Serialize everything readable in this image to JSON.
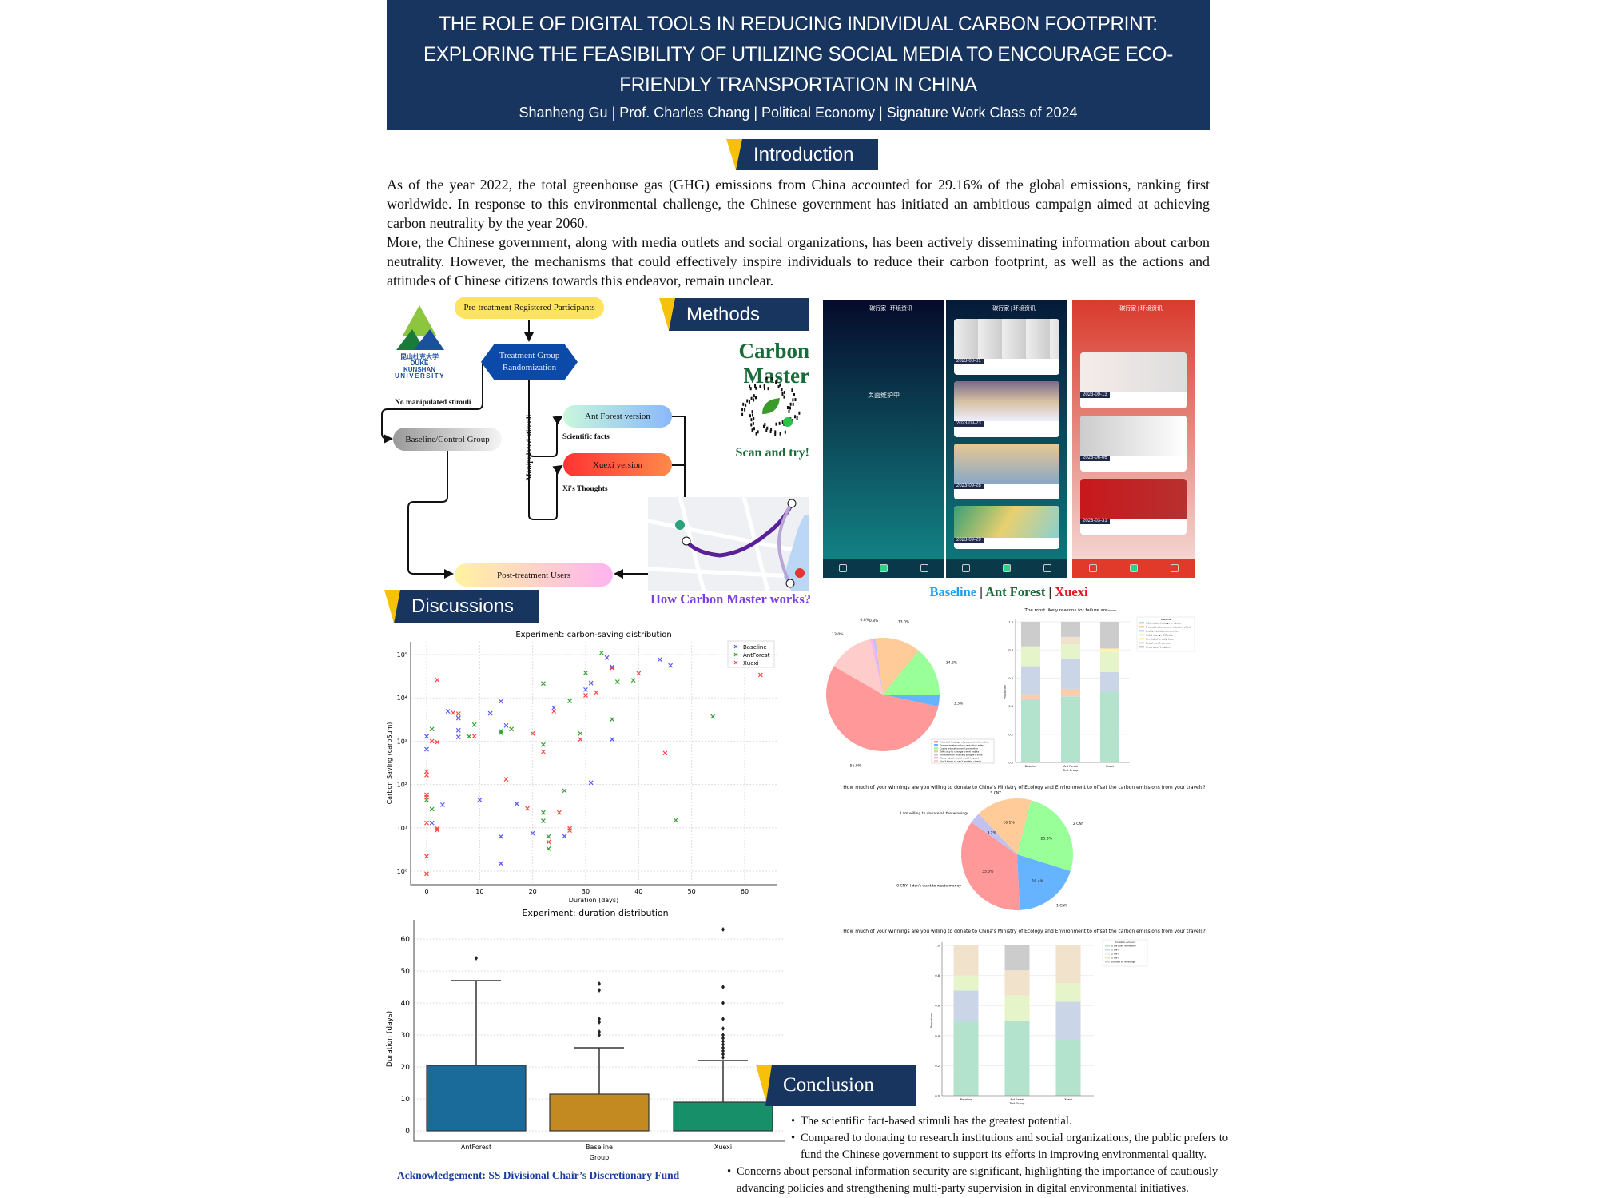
{
  "header": {
    "title": "THE ROLE OF DIGITAL TOOLS IN REDUCING INDIVIDUAL CARBON FOOTPRINT: EXPLORING THE FEASIBILITY OF UTILIZING SOCIAL MEDIA TO ENCOURAGE ECO-FRIENDLY TRANSPORTATION IN CHINA",
    "subtitle": "Shanheng Gu | Prof. Charles Chang | Political Economy | Signature Work Class of 2024"
  },
  "sections": {
    "introduction": "Introduction",
    "methods": "Methods",
    "discussions": "Discussions",
    "conclusion": "Conclusion"
  },
  "introduction": {
    "p1": "As of the year 2022, the total greenhouse gas (GHG) emissions from China accounted for 29.16% of the global emissions, ranking first worldwide. In response to this environmental challenge, the Chinese government has initiated an ambitious campaign aimed at achieving carbon neutrality by the year 2060.",
    "p2": "More, the Chinese government, along with media outlets and social organizations, has been actively disseminating information about carbon neutrality. However, the mechanisms that could effectively inspire individuals to reduce their carbon footprint, as well as the actions and attitudes of Chinese citizens towards this endeavor, remain unclear."
  },
  "logo": {
    "cn": "昆山杜克大学",
    "en1": "DUKE KUNSHAN",
    "en2": "UNIVERSITY"
  },
  "flow": {
    "pre": "Pre-treatment Registered Participants",
    "rand1": "Treatment Group",
    "rand2": "Randomization",
    "no_stim": "No manipulated stimuli",
    "baseline": "Baseline/Control Group",
    "manip": "Manipulated stimuli",
    "ant": "Ant Forest version",
    "sci": "Scientific facts",
    "xuexi": "Xuexi version",
    "xi": "Xi's Thoughts",
    "post": "Post-treatment Users"
  },
  "methods": {
    "app": "Carbon Master",
    "scan": "Scan and try!",
    "how": "How Carbon Master works?"
  },
  "phones": {
    "header": "碳行家 | 环境资讯",
    "maintenance": "页面维护中",
    "ant_dates": [
      "2023-08-01",
      "2023-09-23",
      "2023-09-28",
      "2023-09-29"
    ],
    "xuexi_dates": [
      "2023-09-13",
      "2023-06-06",
      "2023-03-31"
    ],
    "caption_baseline": "Baseline",
    "caption_sep": " | ",
    "caption_ant": "Ant Forest",
    "caption_xuexi": "Xuexi"
  },
  "colors": {
    "navy": "#17355f",
    "yellow": "#f7c10a",
    "green": "#1a6b3a",
    "purple": "#7b3fe4",
    "baseline": "#1ea0f0",
    "ant": "#1a6b3a",
    "xuexi": "#e8151b"
  },
  "acknowledgement": "Acknowledgement: SS Divisional Chair’s Discretionary Fund",
  "conclusion": [
    "The scientific fact-based stimuli has the greatest potential.",
    "Compared to donating to research institutions and social organizations, the public prefers to fund the Chinese government to support its efforts in improving environmental quality.",
    "Concerns about personal information security are significant, highlighting the importance of cautiously advancing policies and strengthening multi-party supervision in digital environmental initiatives."
  ],
  "chart_data": [
    {
      "type": "scatter",
      "title": "Experiment: carbon-saving distribution",
      "xlabel": "Duration (days)",
      "ylabel": "Carbon Saving (carbSum)",
      "yscale": "log",
      "xlim": [
        -3,
        66
      ],
      "ylim": [
        0.5,
        200000
      ],
      "xticks": [
        0,
        10,
        20,
        30,
        40,
        50,
        60
      ],
      "yticks": [
        {
          "v": 1,
          "l": "10⁰"
        },
        {
          "v": 10,
          "l": "10¹"
        },
        {
          "v": 100,
          "l": "10²"
        },
        {
          "v": 1000,
          "l": "10³"
        },
        {
          "v": 10000,
          "l": "10⁴"
        },
        {
          "v": 100000,
          "l": "10⁵"
        }
      ],
      "legend": "top-right",
      "grid": true,
      "series": [
        {
          "name": "Baseline",
          "color": "#5555ff",
          "points": [
            [
              0,
              1290
            ],
            [
              0,
              650
            ],
            [
              1,
              13
            ],
            [
              3,
              34
            ],
            [
              4,
              4900
            ],
            [
              6,
              3400
            ],
            [
              6,
              1780
            ],
            [
              6,
              1250
            ],
            [
              10,
              44
            ],
            [
              12,
              4400
            ],
            [
              14,
              8300
            ],
            [
              14,
              6.3
            ],
            [
              14,
              1.5
            ],
            [
              15,
              2300
            ],
            [
              17,
              36
            ],
            [
              20,
              7.5
            ],
            [
              24,
              5900
            ],
            [
              26,
              6.4
            ],
            [
              30,
              15500
            ],
            [
              31,
              22000
            ],
            [
              31,
              110
            ],
            [
              34,
              85000
            ],
            [
              35,
              52000
            ],
            [
              35,
              1100
            ],
            [
              44,
              77000
            ],
            [
              46,
              56000
            ]
          ]
        },
        {
          "name": "AntForest",
          "color": "#33a033",
          "points": [
            [
              0,
              44
            ],
            [
              1,
              1900
            ],
            [
              1,
              27
            ],
            [
              8,
              1290
            ],
            [
              9,
              2400
            ],
            [
              14,
              1700
            ],
            [
              14,
              1550
            ],
            [
              16,
              1900
            ],
            [
              22,
              21500
            ],
            [
              22,
              830
            ],
            [
              22,
              22.5
            ],
            [
              22,
              14.5
            ],
            [
              23,
              6.3
            ],
            [
              23,
              3.3
            ],
            [
              26,
              72
            ],
            [
              27,
              8500
            ],
            [
              29,
              1500
            ],
            [
              30,
              38000
            ],
            [
              33,
              110000
            ],
            [
              35,
              3200
            ],
            [
              36,
              23500
            ],
            [
              39,
              25500
            ],
            [
              47,
              15
            ],
            [
              54,
              3700
            ]
          ]
        },
        {
          "name": "Xuexi",
          "color": "#ff4444",
          "points": [
            [
              0,
              200
            ],
            [
              0,
              165
            ],
            [
              0,
              58
            ],
            [
              0,
              51
            ],
            [
              0,
              13
            ],
            [
              0,
              2.2
            ],
            [
              0,
              0.87
            ],
            [
              2,
              26000
            ],
            [
              1,
              1000
            ],
            [
              2,
              950
            ],
            [
              2,
              9.7
            ],
            [
              2,
              8.9
            ],
            [
              5,
              4500
            ],
            [
              6,
              4300
            ],
            [
              9,
              1300
            ],
            [
              15,
              132
            ],
            [
              19,
              28
            ],
            [
              20,
              1500
            ],
            [
              22,
              570
            ],
            [
              23,
              4.7
            ],
            [
              25,
              22.5
            ],
            [
              24,
              4900
            ],
            [
              27,
              9.7
            ],
            [
              27,
              8.7
            ],
            [
              29,
              1100
            ],
            [
              30,
              11500
            ],
            [
              32,
              13300
            ],
            [
              35,
              49000
            ],
            [
              40,
              37000
            ],
            [
              45,
              530
            ],
            [
              63,
              34000
            ]
          ]
        }
      ]
    },
    {
      "type": "box",
      "title": "Experiment: duration distribution",
      "xlabel": "Group",
      "ylabel": "Duration (days)",
      "ylim": [
        -3,
        66
      ],
      "yticks": [
        0,
        10,
        20,
        30,
        40,
        50,
        60
      ],
      "grid": true,
      "groups": [
        {
          "name": "AntForest",
          "color": "#1a6b9a",
          "q1": 0,
          "median": 0,
          "q3": 20.5,
          "whisker_low": 0,
          "whisker_high": 47,
          "outliers": [
            54
          ]
        },
        {
          "name": "Baseline",
          "color": "#c38a22",
          "q1": 0,
          "median": 0,
          "q3": 11.5,
          "whisker_low": 0,
          "whisker_high": 26,
          "outliers": [
            30,
            31,
            34,
            35,
            44,
            46
          ]
        },
        {
          "name": "Xuexi",
          "color": "#17906a",
          "q1": 0,
          "median": 0,
          "q3": 9,
          "whisker_low": 0,
          "whisker_high": 22,
          "outliers": [
            23,
            24,
            25,
            26,
            27,
            28,
            29,
            30,
            32,
            35,
            40,
            45,
            63
          ]
        }
      ]
    },
    {
      "type": "pie",
      "title": "",
      "labels": [
        "Potential leakage of personal information",
        "Overestimate carbon reduction effect",
        "Costly education and promotion",
        "Difficulty to change travel habits",
        "Unrelated to ordinary people's lives",
        "Worry about social credit impact",
        "Don't know or can't explain clearly"
      ],
      "values": [
        55.0,
        3.3,
        14.2,
        13.0,
        0.8,
        0.8,
        13.0
      ],
      "value_labels": [
        "55.0%",
        "3.3%",
        "14.2%",
        "13.0%",
        "0.8%",
        "0.8%",
        "13.0%"
      ],
      "colors": [
        "#ff9999",
        "#66b3ff",
        "#99ff99",
        "#ffcc99",
        "#c2c2f0",
        "#ffb3e6",
        "#ffcccc"
      ],
      "legend": "bottom-right"
    },
    {
      "type": "bar",
      "stacked": true,
      "title": "The most likely reasons for failure are——",
      "xlabel": "Test Group",
      "ylabel": "Proportion",
      "ylim": [
        0,
        1
      ],
      "yticks": [
        0,
        0.2,
        0.4,
        0.6,
        0.8,
        1.0
      ],
      "categories": [
        "Baseline",
        "Ant Forest",
        "Xuexi"
      ],
      "legend_title": "Reasons",
      "legend": "top-right",
      "series": [
        {
          "name": "Information leakage or abuse",
          "color": "#b3e2cd",
          "values": [
            0.455,
            0.47,
            0.5
          ]
        },
        {
          "name": "Overestimate carbon reduction effect",
          "color": "#fdcdac",
          "values": [
            0.03,
            0.053,
            0
          ]
        },
        {
          "name": "Costly education/promotion",
          "color": "#cbd5e8",
          "values": [
            0.2,
            0.212,
            0.143
          ]
        },
        {
          "name": "Habit change difficulty",
          "color": "#e6f5c9",
          "values": [
            0.14,
            0.105,
            0.143
          ]
        },
        {
          "name": "Unrelated to daily lives",
          "color": "#fff2ae",
          "values": [
            0,
            0,
            0.024
          ]
        },
        {
          "name": "Social credit worries",
          "color": "#f1e2cc",
          "values": [
            0,
            0.053,
            0
          ]
        },
        {
          "name": "Unsure/can't explain",
          "color": "#cccccc",
          "values": [
            0.175,
            0.107,
            0.19
          ]
        }
      ]
    },
    {
      "type": "pie",
      "title": "How much of your winnings are you willing to donate to China's Ministry of Ecology and Environment to offset the carbon emissions from your travels?",
      "labels": [
        "0 CNY, I don't want to waste money",
        "1 CNY",
        "2 CNY",
        "5 CNY",
        "I am willing to donate all the winnings"
      ],
      "values": [
        35.5,
        19.4,
        25.8,
        16.1,
        3.2
      ],
      "value_labels": [
        "35.5%",
        "19.4%",
        "25.8%",
        "16.1%",
        "3.2%"
      ],
      "colors": [
        "#ff9999",
        "#66b3ff",
        "#99ff99",
        "#ffcc99",
        "#c2c2f0"
      ]
    },
    {
      "type": "bar",
      "stacked": true,
      "title": "How much of your winnings are you willing to donate to China's Ministry of Ecology and Environment to offset the carbon emissions from your travels?",
      "xlabel": "Test Group",
      "ylabel": "Proportion",
      "ylim": [
        0,
        1
      ],
      "yticks": [
        0,
        0.2,
        0.4,
        0.6,
        0.8,
        1.0
      ],
      "categories": [
        "Baseline",
        "Ant Forest",
        "Xuexi"
      ],
      "legend_title": "Donation Amount",
      "legend": "top-right",
      "series": [
        {
          "name": "0 CNY (No donation)",
          "color": "#b3e2cd",
          "values": [
            0.5,
            0.5,
            0.375
          ]
        },
        {
          "name": "1 CNY",
          "color": "#cbd5e8",
          "values": [
            0.2,
            0,
            0.25
          ]
        },
        {
          "name": "2 CNY",
          "color": "#e6f5c9",
          "values": [
            0.1,
            0.167,
            0.125
          ]
        },
        {
          "name": "5 CNY",
          "color": "#f1e2cc",
          "values": [
            0.2,
            0.167,
            0.25
          ]
        },
        {
          "name": "Donate all winnings",
          "color": "#cccccc",
          "values": [
            0,
            0.166,
            0
          ]
        }
      ]
    }
  ]
}
